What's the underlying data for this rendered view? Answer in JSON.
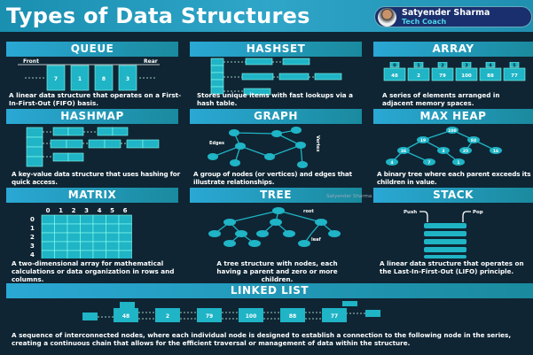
{
  "header": {
    "title": "Types of Data Structures",
    "author": "Satyender Sharma",
    "role": "Tech Coach"
  },
  "watermark": "Satyender Sharma",
  "queue": {
    "title": "QUEUE",
    "front": "Front",
    "rear": "Rear",
    "values": [
      "7",
      "1",
      "8",
      "3"
    ],
    "desc": "A linear data structure that operates on a First-In-First-Out (FIFO) basis."
  },
  "hashset": {
    "title": "HASHSET",
    "desc": "Stores unique items with fast lookups via a hash table."
  },
  "array": {
    "title": "ARRAY",
    "indices": [
      "0",
      "1",
      "2",
      "3",
      "4",
      "5"
    ],
    "values": [
      "48",
      "2",
      "79",
      "100",
      "88",
      "77"
    ],
    "desc": "A series of elements arranged in adjacent memory spaces."
  },
  "hashmap": {
    "title": "HASHMAP",
    "desc": "A key-value data structure that uses hashing for quick access."
  },
  "graph": {
    "title": "GRAPH",
    "edges_label": "Edges",
    "vertex_label": "Vertex",
    "desc": "A group of nodes (or vertices) and edges that illustrate relationships."
  },
  "maxheap": {
    "title": "MAX HEAP",
    "values": [
      "100",
      "19",
      "84",
      "36",
      "3",
      "25",
      "16",
      "4",
      "7",
      "1"
    ],
    "desc": "A binary tree where each parent exceeds its children in value."
  },
  "matrix": {
    "title": "MATRIX",
    "cols": [
      "0",
      "1",
      "2",
      "3",
      "4",
      "5",
      "6"
    ],
    "rows": [
      "0",
      "1",
      "2",
      "3",
      "4"
    ],
    "desc": "A two-dimensional array for mathematical calculations or data organization in rows and columns."
  },
  "tree": {
    "title": "TREE",
    "root": "root",
    "leaf": "leaf",
    "desc": "A tree structure with nodes, each having a parent and zero or more children."
  },
  "stack": {
    "title": "STACK",
    "push": "Push",
    "pop": "Pop",
    "desc": "A linear data structure that operates on the Last-In-First-Out (LIFO) principle."
  },
  "linkedlist": {
    "title": "LINKED LIST",
    "values": [
      "48",
      "2",
      "79",
      "100",
      "88",
      "77"
    ],
    "desc": "A sequence of interconnected nodes, where each individual node is designed to establish a connection to the following node in the series, creating a continuous chain that allows for the efficient traversal or management of data within the structure."
  }
}
